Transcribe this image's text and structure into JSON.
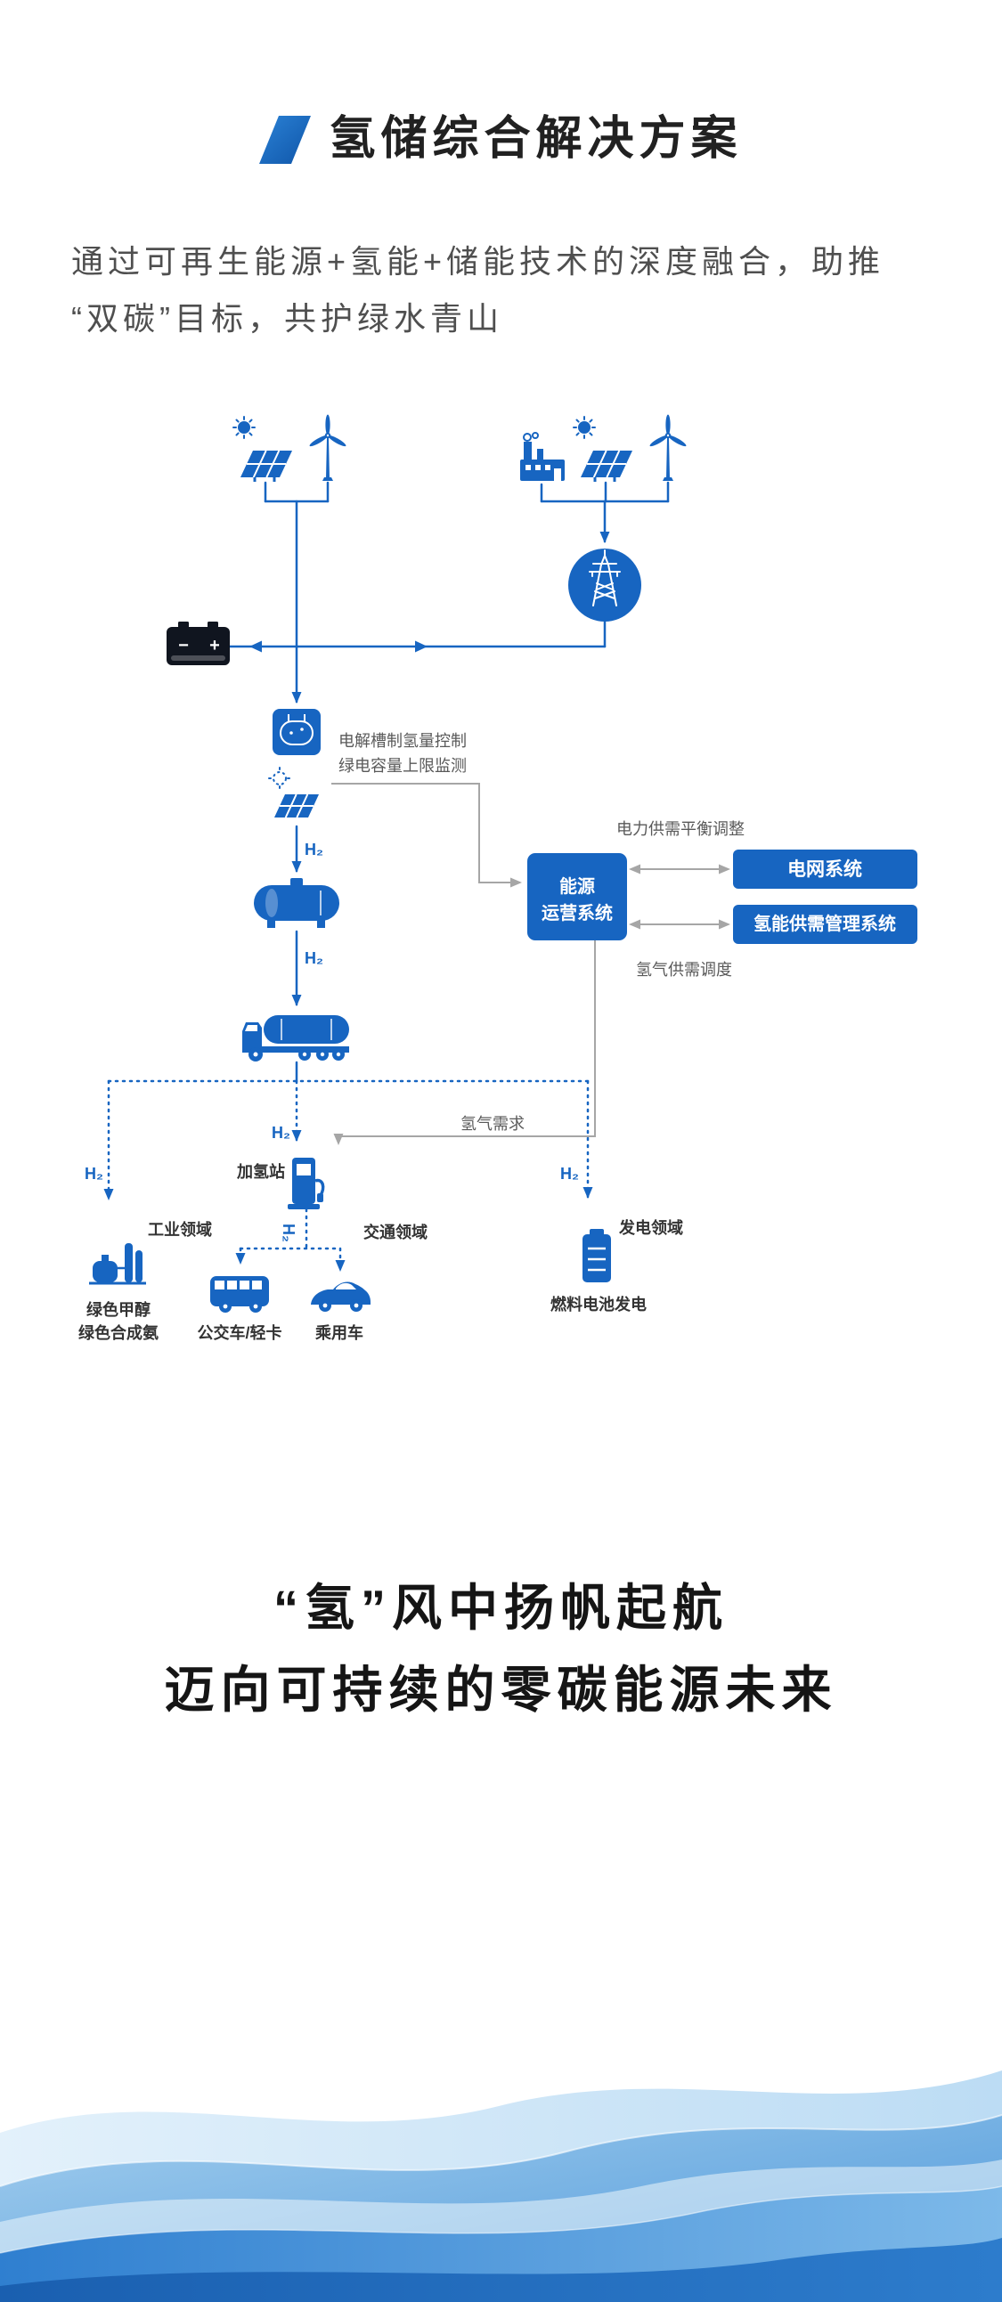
{
  "colors": {
    "primary_blue": "#1765c1",
    "title_text": "#212121",
    "intro_text": "#4f4f4f",
    "annotation_gray": "#595959",
    "sector_label": "#333333",
    "connector_gray": "#a6a6a6",
    "battery_black": "#10151f",
    "wave_deep_blue": "#1a5fb0"
  },
  "header": {
    "title": "氢储综合解决方案"
  },
  "intro": {
    "line1": "通过可再生能源+氢能+储能技术的深度融合，助推",
    "line2": "“双碳”目标，共护绿水青山"
  },
  "diagram": {
    "h2": "H₂",
    "battery": {
      "minus": "−",
      "plus": "+"
    },
    "energy_system": {
      "line1": "能源",
      "line2": "运营系统"
    },
    "buttons": {
      "grid_system": "电网系统",
      "h2_supply_mgmt": "氢能供需管理系统"
    },
    "annotations": {
      "electrolyzer_control": "电解槽制氢量控制",
      "green_power_limit": "绿电容量上限监测",
      "power_balance": "电力供需平衡调整",
      "h2_dispatch": "氢气供需调度",
      "h2_demand": "氢气需求"
    },
    "refueling_station": "加氢站",
    "sectors": {
      "industry": {
        "label": "工业领域",
        "items": [
          "绿色甲醇",
          "绿色合成氨"
        ]
      },
      "transport": {
        "label": "交通领域",
        "vehicles": [
          "公交车/轻卡",
          "乘用车"
        ]
      },
      "power": {
        "label": "发电领域",
        "item": "燃料电池发电"
      }
    }
  },
  "slogan": {
    "line1": "“氢”风中扬帆起航",
    "line2": "迈向可持续的零碳能源未来"
  }
}
